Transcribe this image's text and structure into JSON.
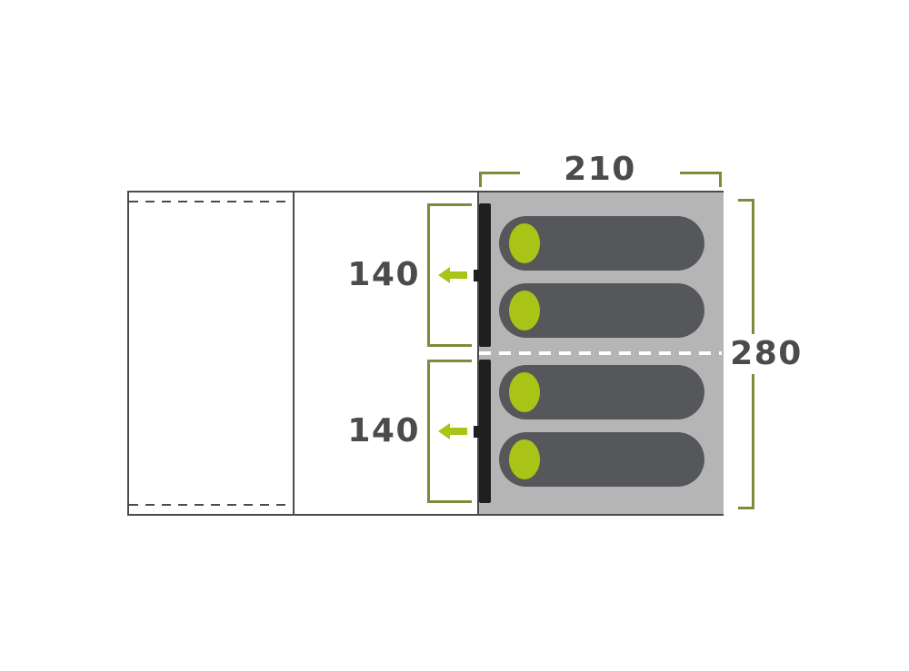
{
  "diagram": {
    "type": "tent-floorplan",
    "dimensions": {
      "sleeping_area_width": "210",
      "sleeping_area_depth": "280",
      "bedroom_top_height": "140",
      "bedroom_bottom_height": "140"
    },
    "sleeping_bag_count": 4,
    "colors": {
      "dimension_line": "#7c8b3c",
      "label_text": "#4a4b4d",
      "accent_lime": "#a9c417",
      "sleeping_area_fill": "#b5b5b5",
      "sleeping_bag_fill": "#55575a",
      "door_fill": "#1f1f1f",
      "outline": "#4a4b4d"
    }
  }
}
